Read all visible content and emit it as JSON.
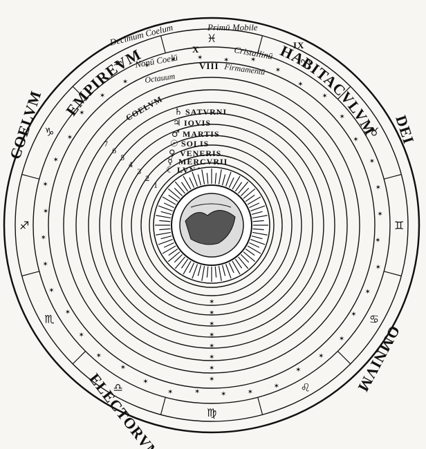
{
  "outer_band": {
    "empireum": "EMPIREVM",
    "habitaculum": "HABITACVLVM",
    "dei": "DEI",
    "omnium": "OMNIVM",
    "electorum": "ELECTORVM",
    "coelum": "COELVM"
  },
  "spheres": {
    "decimum": "Decimum Coelum",
    "primum_mobile": "Primū Mobile",
    "nonum": "Nonū Coelū",
    "crystallinum": "Cristallinū",
    "octauum": "Octauum",
    "firmamentum": "Firmamentū",
    "coelum_stellatum": "COELVM",
    "numeral_10": "X",
    "numeral_9": "IX",
    "numeral_8": "VIII"
  },
  "planets": [
    {
      "label": "SATVRNI",
      "symbol": "♄",
      "num": "7"
    },
    {
      "label": "IOVIS",
      "symbol": "♃",
      "num": "6"
    },
    {
      "label": "MARTIS",
      "symbol": "♂",
      "num": "5"
    },
    {
      "label": "SOLIS",
      "symbol": "☉",
      "num": "4"
    },
    {
      "label": "VENERIS",
      "symbol": "♀",
      "num": "3"
    },
    {
      "label": "MERCVRII",
      "symbol": "☿",
      "num": "2"
    },
    {
      "label": "LVNAE",
      "symbol": "☾",
      "num": "1"
    }
  ],
  "zodiac": [
    "♈",
    "♉",
    "♊",
    "♋",
    "♌",
    "♍",
    "♎",
    "♏",
    "♐",
    "♑",
    "♒",
    "♓"
  ]
}
